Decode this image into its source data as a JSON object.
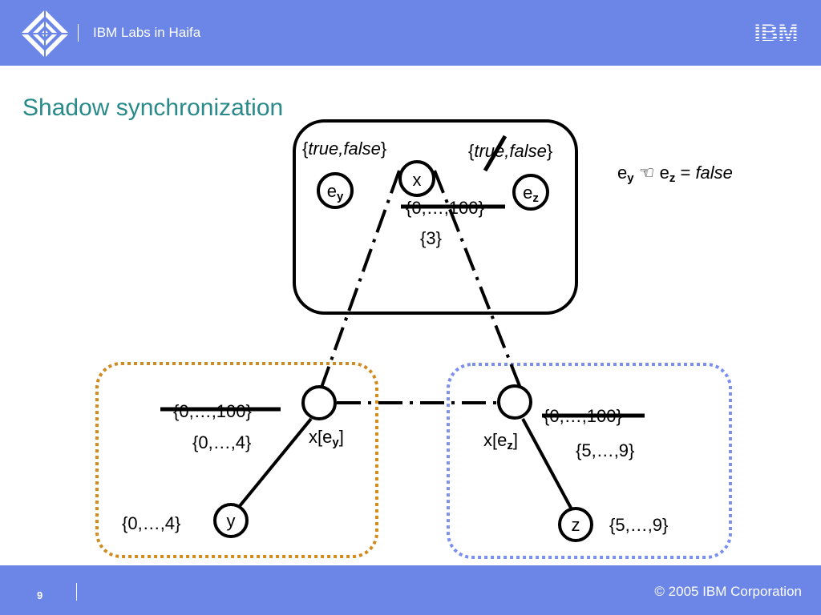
{
  "header": {
    "lab_name": "IBM Labs in Haifa",
    "brand_logo": "IBM",
    "lab_logo_icon": "diamond-logo-icon"
  },
  "slide": {
    "title": "Shadow synchronization"
  },
  "top_box": {
    "set_left": {
      "open": "{",
      "val1": "true",
      "comma": ",",
      "val2": "false",
      "close": "}"
    },
    "set_right": {
      "open": "{",
      "val1": "true",
      "comma": ",",
      "val2": "false",
      "close": "}"
    },
    "node_ey": {
      "base": "e",
      "sub": "y"
    },
    "node_x": {
      "label": "x"
    },
    "node_ez": {
      "base": "e",
      "sub": "z"
    },
    "domain_struck": "{0,…,100}",
    "domain_new": "{3}"
  },
  "equation": {
    "left_base": "e",
    "left_sub": "y",
    "symbol": "☜",
    "right_base": "e",
    "right_sub": "z",
    "equals": "=",
    "value": "false"
  },
  "left_box": {
    "domain_struck": "{0,…,100}",
    "domain_new": "{0,…,4}",
    "node_x_label": {
      "base": "x[e",
      "sub": "y",
      "close": "]"
    },
    "node_y": "y",
    "y_domain": "{0,…,4}"
  },
  "right_box": {
    "domain_struck": "{0,…,100}",
    "domain_new": "{5,…,9}",
    "node_x_label": {
      "base": "x[e",
      "sub": "z",
      "close": "]"
    },
    "node_z": "z",
    "z_domain": "{5,…,9}"
  },
  "footer": {
    "page_number": "9",
    "copyright": "© 2005 IBM Corporation"
  },
  "colors": {
    "bar": "#6b86e6",
    "title": "#2a8a8a",
    "left_box_border": "#d08a1e",
    "right_box_border": "#7b8ff0"
  }
}
